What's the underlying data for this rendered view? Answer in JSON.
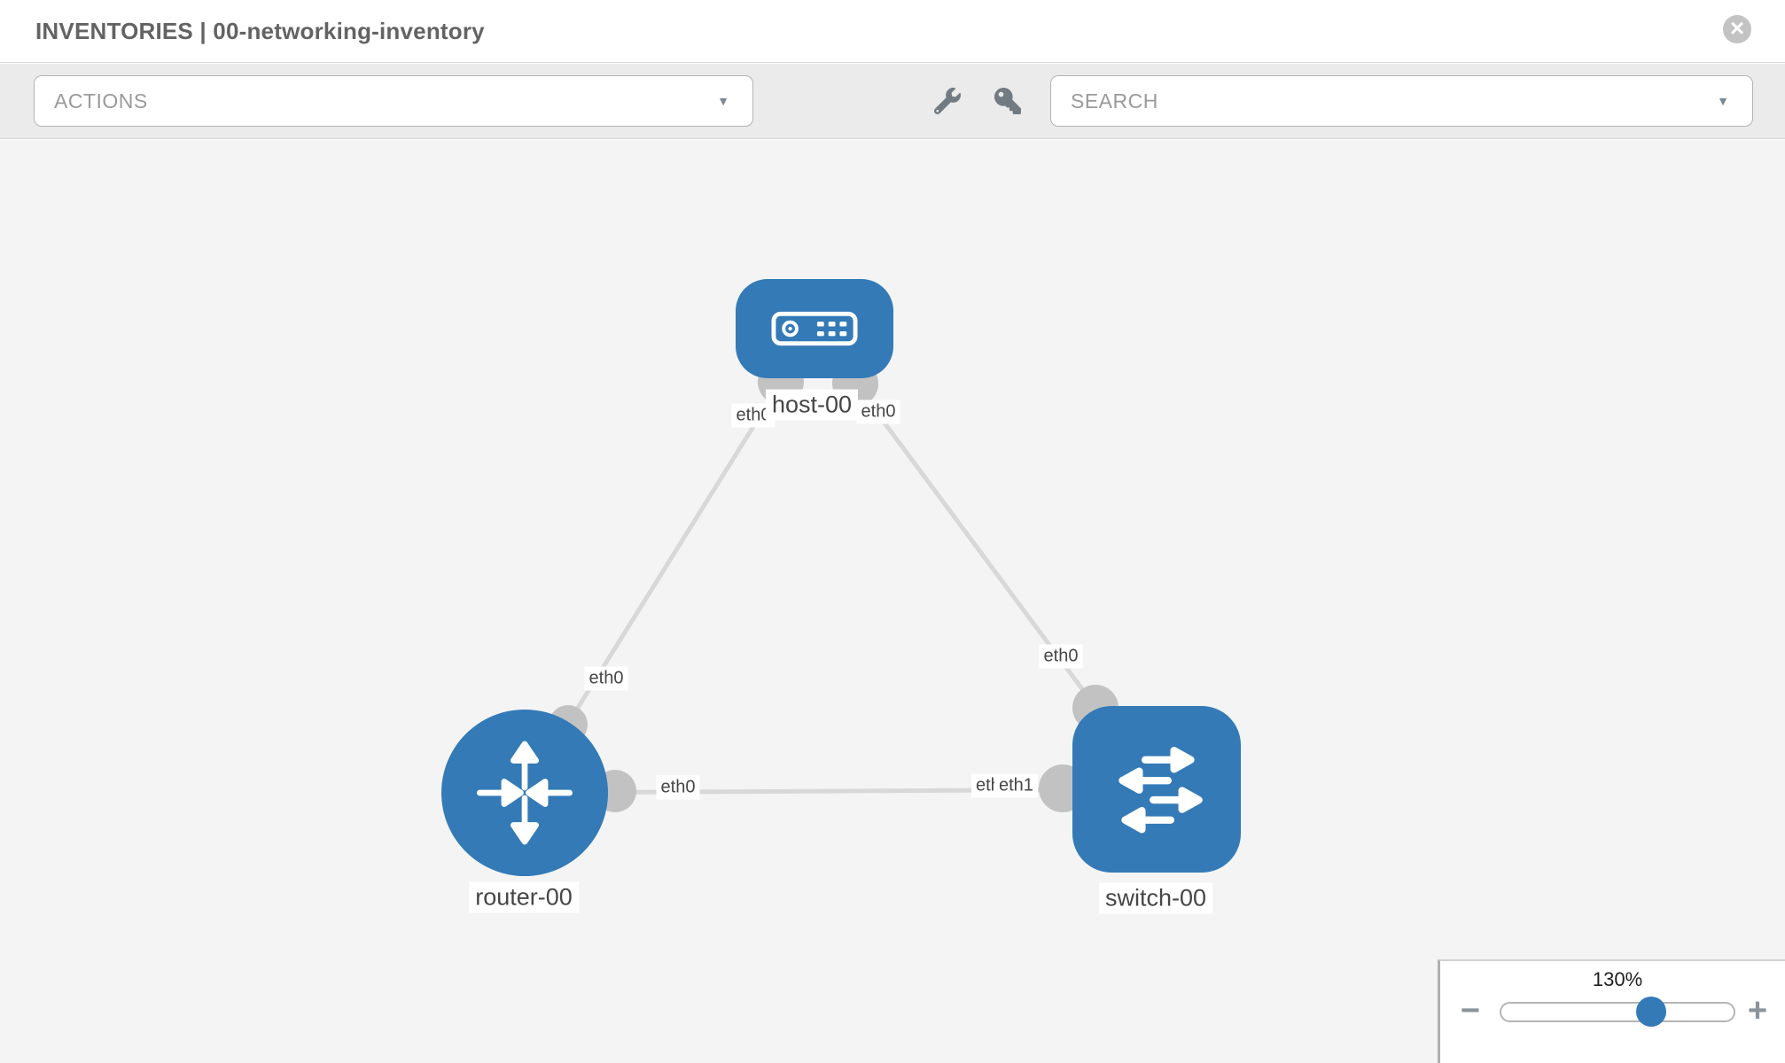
{
  "header": {
    "title": "INVENTORIES | 00-networking-inventory"
  },
  "toolbar": {
    "actions_label": "ACTIONS",
    "search_placeholder": "SEARCH",
    "tools": [
      "wrench-icon",
      "key-icon"
    ]
  },
  "icons": {
    "close": "×",
    "caret": "▼",
    "minus": "−",
    "plus": "+"
  },
  "colors": {
    "node_blue": "#337ab7",
    "link_gray": "#d8d8d8",
    "port_gray": "#c2c2c2",
    "canvas_bg": "#f4f4f4",
    "toolbar_bg": "#ebebeb"
  },
  "topology": {
    "nodes": [
      {
        "label": "host-00",
        "type": "host",
        "icon": "server-icon"
      },
      {
        "label": "router-00",
        "type": "router",
        "icon": "router-arrows-icon"
      },
      {
        "label": "switch-00",
        "type": "switch",
        "icon": "switch-arrows-icon"
      }
    ],
    "links": [
      {
        "from": "host-00",
        "to": "router-00",
        "from_iface": "eth0",
        "to_iface": "eth0"
      },
      {
        "from": "host-00",
        "to": "switch-00",
        "from_iface": "eth0",
        "to_iface": "eth0"
      },
      {
        "from": "router-00",
        "to": "switch-00",
        "from_iface": "eth0",
        "to_iface": "eth1"
      }
    ],
    "interfaces": [
      {
        "text": "eth0",
        "link": "host-00/router-00",
        "end": "host-00"
      },
      {
        "text": "eth0",
        "link": "host-00/router-00",
        "end": "router-00"
      },
      {
        "text": "eth0",
        "link": "host-00/switch-00",
        "end": "host-00"
      },
      {
        "text": "eth0",
        "link": "host-00/switch-00",
        "end": "switch-00"
      },
      {
        "text": "eth0",
        "link": "router-00/switch-00",
        "end": "router-00"
      },
      {
        "text": "eth0",
        "link": "router-00/switch-00",
        "end": "switch-00 (partially covered)"
      },
      {
        "text": "eth1",
        "link": "router-00/switch-00",
        "end": "switch-00"
      }
    ]
  },
  "zoom_panel": {
    "level": "130%"
  }
}
